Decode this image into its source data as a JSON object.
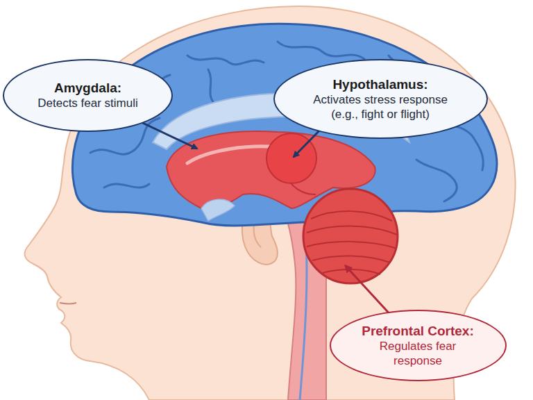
{
  "diagram": {
    "nodes": [
      {
        "text": [
          "Amygdala:",
          "Detects fear stimuli"
        ]
      },
      {
        "text": [
          "Hypothalamus:",
          "Activates stress response (e.g., fight or flight)"
        ]
      },
      {
        "text": [
          "Prefrontal Cortex:",
          "Regulates fear response"
        ]
      }
    ]
  }
}
